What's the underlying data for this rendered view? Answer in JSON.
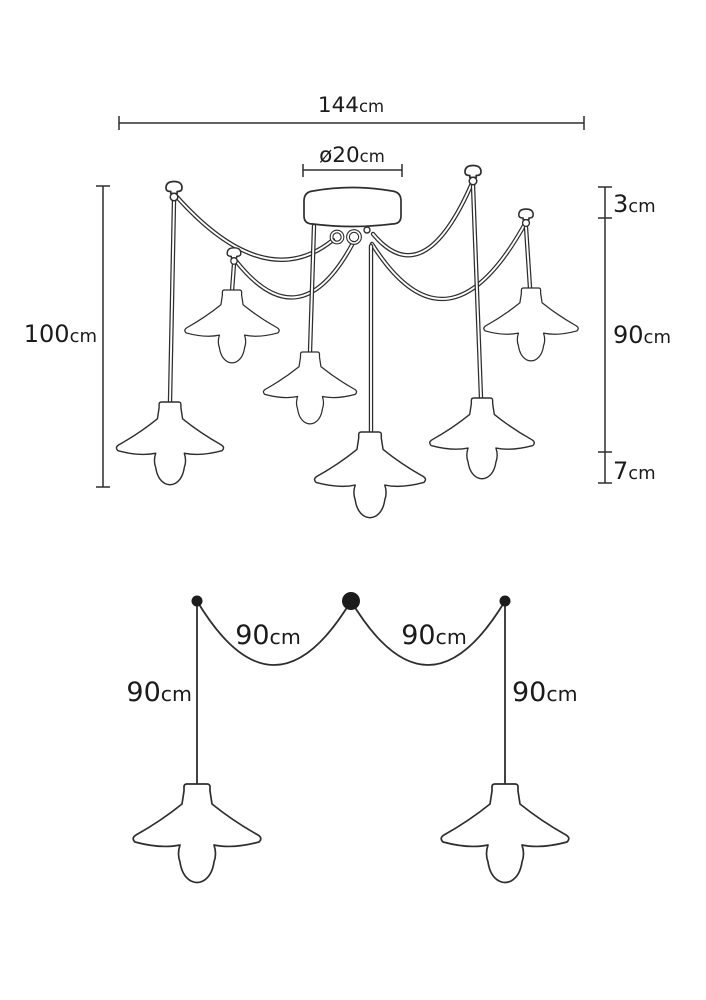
{
  "colors": {
    "background": "#ffffff",
    "line": "#2e2e2e",
    "text": "#1b1b1b"
  },
  "top_view": {
    "dimensions": {
      "total_width": {
        "value": "144",
        "unit": "cm"
      },
      "canopy_diameter": {
        "value": "ø20",
        "unit": "cm"
      },
      "total_height": {
        "value": "100",
        "unit": "cm"
      },
      "canopy_height": {
        "value": "3",
        "unit": "cm"
      },
      "cord_drop": {
        "value": "90",
        "unit": "cm"
      },
      "shade_drop": {
        "value": "7",
        "unit": "cm"
      }
    }
  },
  "schematic": {
    "swag_left": {
      "value": "90",
      "unit": "cm"
    },
    "swag_right": {
      "value": "90",
      "unit": "cm"
    },
    "drop_left": {
      "value": "90",
      "unit": "cm"
    },
    "drop_right": {
      "value": "90",
      "unit": "cm"
    }
  }
}
